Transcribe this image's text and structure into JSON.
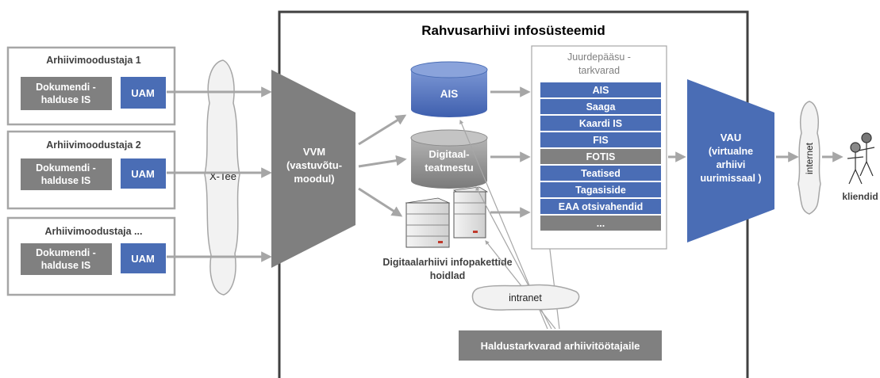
{
  "title": "Rahvusarhiivi infosüsteemid",
  "providers": [
    {
      "name": "Arhiivimoodustaja 1",
      "dms_line1": "Dokumendi -",
      "dms_line2": "halduse IS",
      "uam": "UAM"
    },
    {
      "name": "Arhiivimoodustaja 2",
      "dms_line1": "Dokumendi -",
      "dms_line2": "halduse IS",
      "uam": "UAM"
    },
    {
      "name": "Arhiivimoodustaja ...",
      "dms_line1": "Dokumendi -",
      "dms_line2": "halduse IS",
      "uam": "UAM"
    }
  ],
  "xtee": "X-Tee",
  "vvm": {
    "line1": "VVM",
    "line2": "(vastuvõtu-",
    "line3": "moodul)"
  },
  "ais": "AIS",
  "digital_store": {
    "line1": "Digitaal-",
    "line2": "teatmestu"
  },
  "servers_label": {
    "line1": "Digitaalarhiivi infopakettide",
    "line2": "hoidlad"
  },
  "intranet": "intranet",
  "admin_tools": "Haldustarkvarad arhiivitöötajaile",
  "access_tools": {
    "heading_line1": "Juurdepääsu -",
    "heading_line2": "tarkvarad",
    "items": [
      {
        "label": "AIS",
        "color": "#4a6db5"
      },
      {
        "label": "Saaga",
        "color": "#4a6db5"
      },
      {
        "label": "Kaardi IS",
        "color": "#4a6db5"
      },
      {
        "label": "FIS",
        "color": "#4a6db5"
      },
      {
        "label": "FOTIS",
        "color": "#808080"
      },
      {
        "label": "Teatised",
        "color": "#4a6db5"
      },
      {
        "label": "Tagasiside",
        "color": "#4a6db5"
      },
      {
        "label": "EAA otsivahendid",
        "color": "#4a6db5"
      },
      {
        "label": "...",
        "color": "#808080"
      }
    ]
  },
  "vau": {
    "line1": "VAU",
    "line2": "(virtualne",
    "line3": "arhiivi",
    "line4": "uurimissaal )"
  },
  "internet": "internet",
  "clients": "kliendid",
  "colors": {
    "blue": "#4a6db5",
    "gray": "#808080",
    "arrow": "#a6a6a6",
    "border": "#404040"
  }
}
